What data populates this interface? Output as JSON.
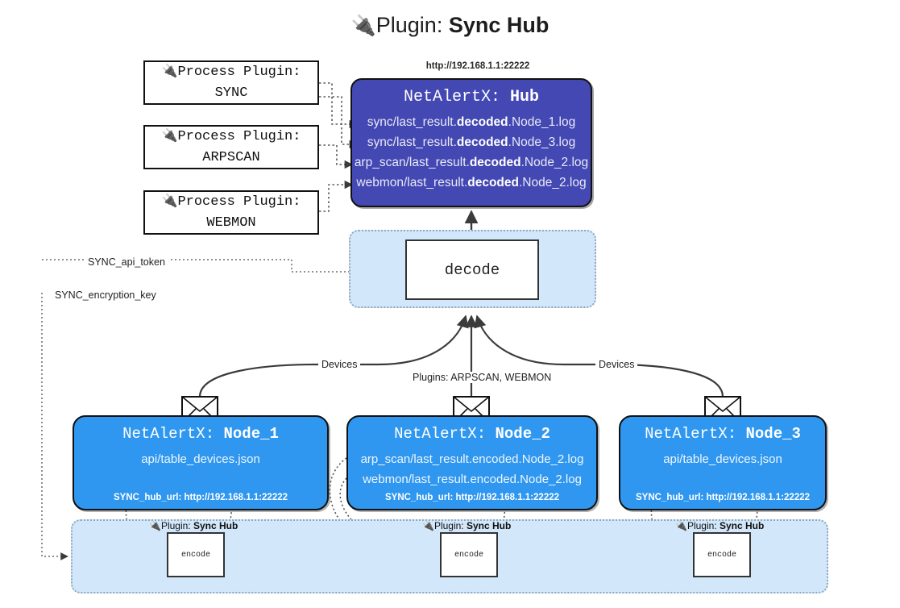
{
  "title": {
    "icon": "electric-plug-icon",
    "glyph": "🔌",
    "prefix": "Plugin: ",
    "name": "Sync Hub"
  },
  "process_plugins": [
    {
      "label": "Process Plugin:",
      "name": "SYNC"
    },
    {
      "label": "Process Plugin:",
      "name": "ARPSCAN"
    },
    {
      "label": "Process Plugin:",
      "name": "WEBMON"
    }
  ],
  "hub": {
    "url": "http://192.168.1.1:22222",
    "title_prefix": "NetAlertX: ",
    "title_name": "Hub",
    "color": "#4348b2",
    "logs": [
      {
        "pre": "sync/last_result.",
        "mid": "decoded",
        "post": ".Node_1.log"
      },
      {
        "pre": "sync/last_result.",
        "mid": "decoded",
        "post": ".Node_3.log"
      },
      {
        "pre": "arp_scan/last_result.",
        "mid": "decoded",
        "post": ".Node_2.log"
      },
      {
        "pre": "webmon/last_result.",
        "mid": "decoded",
        "post": ".Node_2.log"
      }
    ]
  },
  "decode": {
    "label": "decode"
  },
  "edge_labels": {
    "api_token": "SYNC_api_token",
    "encryption_key": "SYNC_encryption_key",
    "devices_left": "Devices",
    "devices_right": "Devices",
    "plugins": "Plugins: ARPSCAN, WEBMON"
  },
  "nodes": [
    {
      "title_prefix": "NetAlertX: ",
      "title_name": "Node_1",
      "lines": [
        "api/table_devices.json"
      ],
      "foot": "SYNC_hub_url: http://192.168.1.1:22222",
      "color": "#2f97f0"
    },
    {
      "title_prefix": "NetAlertX: ",
      "title_name": "Node_2",
      "lines": [
        "arp_scan/last_result.encoded.Node_2.log",
        "webmon/last_result.encoded.Node_2.log"
      ],
      "foot": "SYNC_hub_url: http://192.168.1.1:22222",
      "color": "#2f97f0"
    },
    {
      "title_prefix": "NetAlertX: ",
      "title_name": "Node_3",
      "lines": [
        "api/table_devices.json"
      ],
      "foot": "SYNC_hub_url: http://192.168.1.1:22222",
      "color": "#2f97f0"
    }
  ],
  "encoders": [
    {
      "label": "encode",
      "plugin_prefix": "Plugin: ",
      "plugin_name": "Sync Hub"
    },
    {
      "label": "encode",
      "plugin_prefix": "Plugin: ",
      "plugin_name": "Sync Hub"
    },
    {
      "label": "encode",
      "plugin_prefix": "Plugin: ",
      "plugin_name": "Sync Hub"
    }
  ]
}
